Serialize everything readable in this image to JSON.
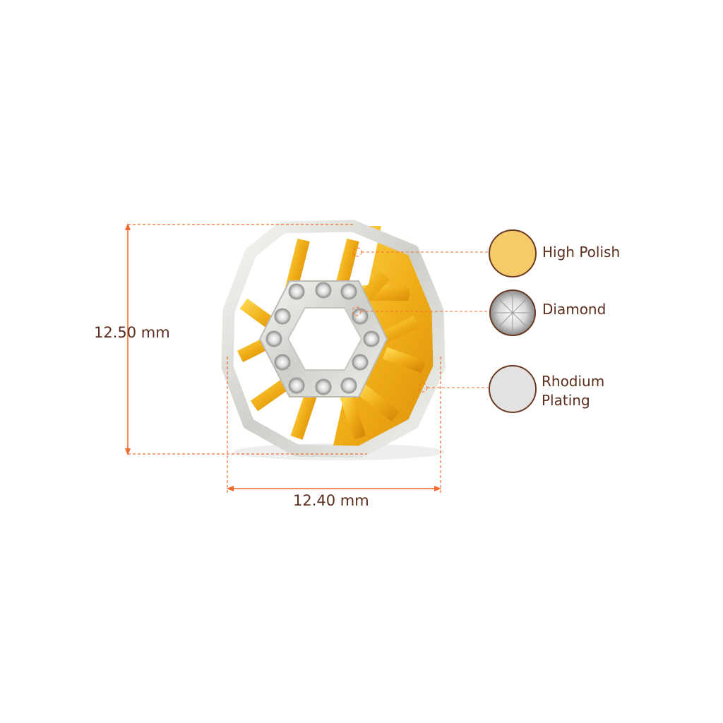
{
  "dimensions": {
    "height_label": "12.50 mm",
    "width_label": "12.40 mm"
  },
  "legend": [
    {
      "label": "High Polish",
      "color": "#f5cb6a"
    },
    {
      "label": "Diamond",
      "color": "#e6e6e6"
    },
    {
      "label": "Rhodium Plating",
      "label_line1": "Rhodium",
      "label_line2": "Plating",
      "color": "#e2e2e2"
    }
  ],
  "colors": {
    "dimension_line": "#f26a2e",
    "text": "#5b2e1f",
    "legend_border": "#6b3a22",
    "gold": "#f2b51c",
    "white_metal": "#e4e4e0"
  }
}
